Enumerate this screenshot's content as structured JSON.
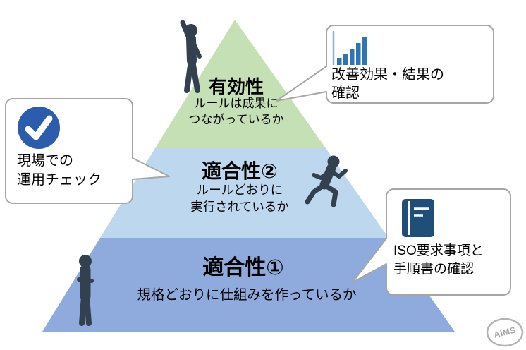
{
  "pyramid": {
    "levels": [
      {
        "name": "effectiveness",
        "title": "有効性",
        "line1": "ルールは成果に",
        "line2": "つながっているか"
      },
      {
        "name": "conformity-2",
        "title": "適合性②",
        "line1": "ルールどおりに",
        "line2": "実行されているか"
      },
      {
        "name": "conformity-1",
        "title": "適合性①",
        "line1": "規格どおりに仕組みを作っているか"
      }
    ]
  },
  "callouts": {
    "improvement": {
      "icon": "bar-chart-icon",
      "line1": "改善効果・結果の",
      "line2": "確認"
    },
    "field_check": {
      "icon": "check-circle-icon",
      "line1": "現場での",
      "line2": "運用チェック"
    },
    "iso_docs": {
      "icon": "book-icon",
      "line1": "ISO要求事項と",
      "line2": "手順書の確認"
    }
  },
  "logo": {
    "text": "AIMS"
  },
  "colors": {
    "level1_green": "#c5e0b4",
    "level2_blue": "#bdd7ee",
    "level3_blue": "#8faadc",
    "figure": "#334050",
    "bar_chart_blue": "#2e75b6",
    "bar_chart_axis": "#8faadc",
    "check_blue": "#2b5cad",
    "book_blue": "#1f4e79",
    "callout_border": "#a6a6a6",
    "logo_gray": "#b3b3b3"
  }
}
